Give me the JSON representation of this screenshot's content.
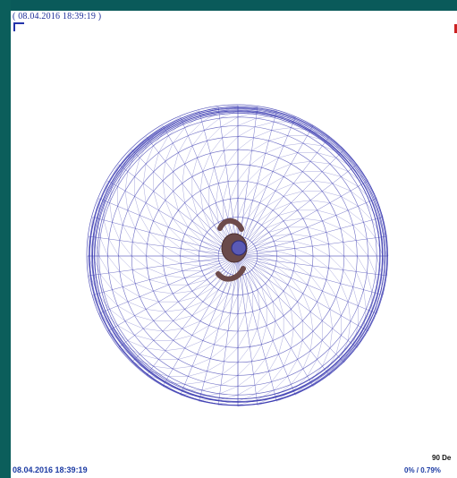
{
  "header": {
    "title": "( 08.04.2016 18:39:19 )"
  },
  "footer": {
    "timestamp": "08.04.2016 18:39:19",
    "angle_label": "90 De",
    "percent_label": "0% / 0.79%"
  },
  "colors": {
    "background_frame": "#0a5a5a",
    "viewport_bg": "#ffffff",
    "mesh_line": "#3a3ab0",
    "text_blue": "#1b3aa3"
  },
  "icons": {
    "top_left_marker": "corner-bracket-icon",
    "top_right_marker": "red-marker-icon",
    "figure": "human-figure-icon"
  }
}
